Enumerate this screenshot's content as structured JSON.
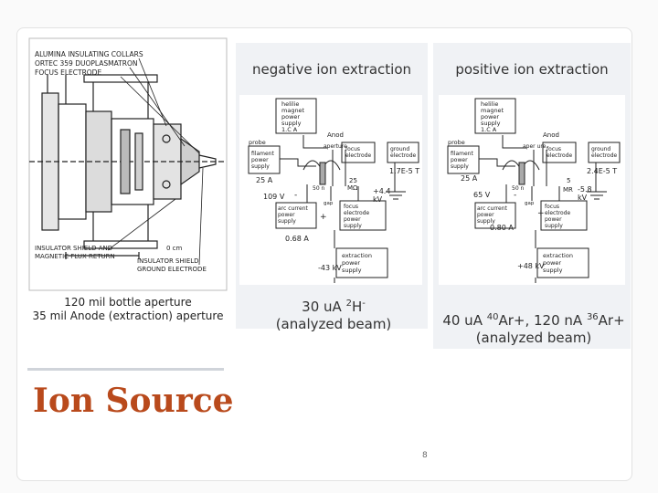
{
  "headings": {
    "negative": "negative ion extraction",
    "positive": "positive ion extraction"
  },
  "drawing": {
    "labels": [
      "ALUMINA INSULATING COLLARS",
      "ORTEC 359 DUOPLASMATRON",
      "FOCUS ELECTRODE",
      "INSULATOR SHIELD AND",
      "MAGNETIC FLUX RETURN",
      "INSULATOR SHIELD",
      "GROUND ELECTRODE",
      "0 cm"
    ],
    "caption_line1": "120 mil bottle aperture",
    "caption_line2": "35 mil Anode (extraction) aperture"
  },
  "negative_schematic": {
    "magnet_supply": [
      "helilie",
      "magnet",
      "power",
      "supply",
      "1.C A"
    ],
    "anode": "Anod",
    "aperture": "aperture",
    "probe": "probe",
    "filament_supply": [
      "filament",
      "power",
      "supply"
    ],
    "focus_electrode": [
      "focus",
      "electrode"
    ],
    "ground_electrode": [
      "ground",
      "electrode"
    ],
    "b_field": "1.7E-5 T",
    "filament_current": "25 A",
    "arc_voltage": "109 V",
    "resistor1": "50 n",
    "resistor2": [
      "25",
      "MΩ"
    ],
    "focus_voltage": [
      "+4.4",
      "kV"
    ],
    "arc_supply": [
      "arc current",
      "power",
      "supply"
    ],
    "focus_supply": [
      "focus",
      "electrode",
      "power",
      "supply"
    ],
    "arc_current": "0.68 A",
    "extraction_voltage": "-43 kV",
    "extraction_supply": [
      "extraction",
      "power",
      "supply"
    ],
    "plus": "+",
    "minus": "-",
    "gap_label": "gap"
  },
  "positive_schematic": {
    "magnet_supply": [
      "helilie",
      "magnet",
      "power",
      "supply",
      "1.C A"
    ],
    "anode": "Anod",
    "aperture": "aper ure",
    "probe": "probe",
    "filament_supply": [
      "filament",
      "power",
      "supply"
    ],
    "focus_electrode": [
      "focus",
      "electrode"
    ],
    "ground_electrode": [
      "ground",
      "electrode"
    ],
    "b_field": "2.4E-5 T",
    "filament_current": "25 A",
    "arc_voltage": "65 V",
    "resistor1": "50 n",
    "resistor2": [
      "5",
      "MR"
    ],
    "focus_voltage": [
      "-5.8",
      "kV"
    ],
    "arc_supply": [
      "arc current",
      "power",
      "supply"
    ],
    "focus_supply": [
      "focus",
      "electrode",
      "power",
      "supply"
    ],
    "arc_current": "0.80 A",
    "extraction_voltage": "+48 kV",
    "extraction_supply": [
      "extraction",
      "power",
      "supply"
    ],
    "plus": "+",
    "minus": "-",
    "gap_label": "gap"
  },
  "beams": {
    "negative_prefix": "30 uA ",
    "negative_sup": "2",
    "negative_species": "H",
    "negative_charge": "-",
    "negative_line2": "(analyzed beam)",
    "positive_prefix": "40 uA ",
    "positive_sup1": "40",
    "positive_species1": "Ar+, 120 nA ",
    "positive_sup2": "36",
    "positive_species2": "Ar+",
    "positive_line2": "(analyzed beam)"
  },
  "title": "Ion Source",
  "page_number": "8",
  "colors": {
    "title": "#b94a1c",
    "panel": "#f0f2f5",
    "ink": "#222222"
  }
}
